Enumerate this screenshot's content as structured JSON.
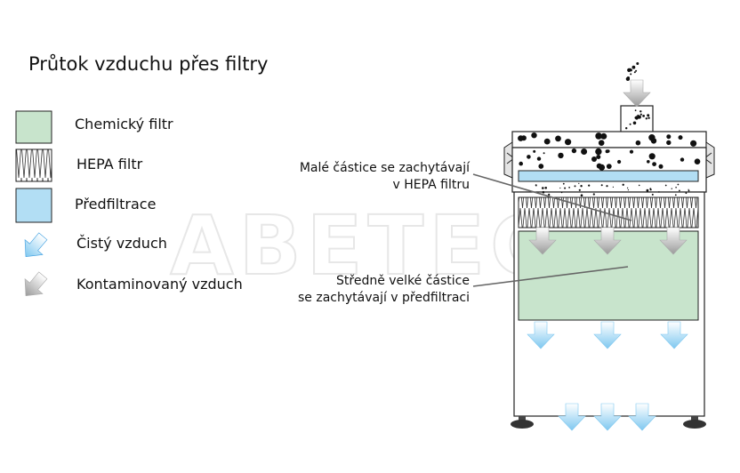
{
  "title": "Průtok vzduchu přes filtry",
  "legend": [
    {
      "key": "chemical",
      "label": "Chemický filtr",
      "color": "#c8e4cc"
    },
    {
      "key": "hepa",
      "label": "HEPA filtr",
      "color": "#ffffff"
    },
    {
      "key": "prefilter",
      "label": "Předfiltrace",
      "color": "#b2def4"
    },
    {
      "key": "clean-air",
      "label": "Čistý vzduch",
      "color": "#7fc8f0"
    },
    {
      "key": "contaminated-air",
      "label": "Kontaminovaný vzduch",
      "color": "#a6a6a6"
    }
  ],
  "annotations": {
    "small_particles": [
      "Malé částice se zachytávají",
      "v HEPA filtru"
    ],
    "medium_particles": [
      "Středně velké částice",
      "se zachytávají v předfiltraci"
    ]
  },
  "watermark": "ABETEC",
  "icons": {
    "clean_air": "arrow-down-icon-blue",
    "contaminated_air": "arrow-down-icon-gray",
    "particle": "particle-dot-icon",
    "foot": "leveling-foot-icon"
  }
}
